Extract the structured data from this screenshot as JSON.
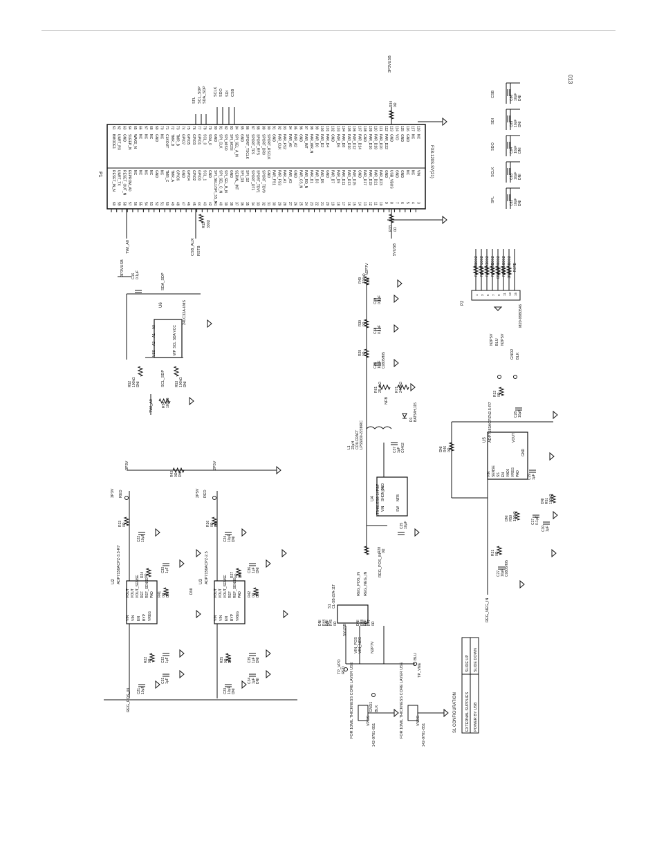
{
  "page_id": "013",
  "connector_p1": {
    "ref": "P1",
    "part": "FX8-120S-SV(21)",
    "pins_bottom": [
      {
        "n": "60",
        "name": "RESET_IN_N"
      },
      {
        "n": "59",
        "name": "UART_TX"
      },
      {
        "n": "58",
        "name": "RESET_OUT_N"
      },
      {
        "n": "57",
        "name": "EEPROM_A0"
      },
      {
        "n": "56",
        "name": "NC"
      },
      {
        "n": "55",
        "name": "NC"
      },
      {
        "n": "54",
        "name": "NC"
      },
      {
        "n": "53",
        "name": "NC"
      },
      {
        "n": "52",
        "name": "GND"
      },
      {
        "n": "51",
        "name": "NC"
      },
      {
        "n": "50",
        "name": "TMR_C"
      },
      {
        "n": "49",
        "name": "TMR_A"
      },
      {
        "n": "48",
        "name": "GPIO6"
      },
      {
        "n": "47",
        "name": "GND"
      },
      {
        "n": "46",
        "name": "GPIO4"
      },
      {
        "n": "45",
        "name": "GPIO2"
      },
      {
        "n": "44",
        "name": "GPIO0"
      },
      {
        "n": "43",
        "name": "SCL_1"
      },
      {
        "n": "42",
        "name": "GND"
      },
      {
        "n": "41",
        "name": "SPI_SEL1/SPI_SS_N"
      },
      {
        "n": "40",
        "name": "SPI_SEL_C_N"
      },
      {
        "n": "39",
        "name": "SPI_SEL_B_N"
      },
      {
        "n": "38",
        "name": "GND"
      },
      {
        "n": "37",
        "name": "SERIAL_INT"
      },
      {
        "n": "36",
        "name": "SPI_D3"
      },
      {
        "n": "35",
        "name": "SPI_D2"
      },
      {
        "n": "34",
        "name": "SPORT_DT1"
      },
      {
        "n": "33",
        "name": "SPORT_TDV1"
      },
      {
        "n": "32",
        "name": "SPORT_TDV0"
      },
      {
        "n": "31",
        "name": "GND"
      },
      {
        "n": "30",
        "name": "PAR_FS1"
      },
      {
        "n": "29",
        "name": "PAR_FS3"
      },
      {
        "n": "28",
        "name": "PAR_A1"
      },
      {
        "n": "27",
        "name": "PAR_A3"
      },
      {
        "n": "26",
        "name": "GND"
      },
      {
        "n": "25",
        "name": "PAR_CS_N"
      },
      {
        "n": "24",
        "name": "PAR_RD_N"
      },
      {
        "n": "23",
        "name": "PAR_D1"
      },
      {
        "n": "22",
        "name": "PAR_D3"
      },
      {
        "n": "21",
        "name": "PAR_D5"
      },
      {
        "n": "20",
        "name": "GND"
      },
      {
        "n": "19",
        "name": "PAR_D7"
      },
      {
        "n": "18",
        "name": "PAR_D9"
      },
      {
        "n": "17",
        "name": "PAR_D11"
      },
      {
        "n": "16",
        "name": "PAR_D13"
      },
      {
        "n": "15",
        "name": "PAR_D15"
      },
      {
        "n": "14",
        "name": "GND"
      },
      {
        "n": "13",
        "name": "PAR_D17"
      },
      {
        "n": "12",
        "name": "PAR_D19"
      },
      {
        "n": "11",
        "name": "PAR_D21"
      },
      {
        "n": "10",
        "name": "PAR_D23"
      },
      {
        "n": "9",
        "name": "GND"
      },
      {
        "n": "8",
        "name": "USB_VBUS"
      },
      {
        "n": "7",
        "name": "GND"
      },
      {
        "n": "6",
        "name": "GND"
      },
      {
        "n": "5",
        "name": "NC"
      },
      {
        "n": "4",
        "name": "NC"
      },
      {
        "n": "3",
        "name": "VIN"
      }
    ],
    "pins_top": [
      {
        "n": "61",
        "name": "BMODE1"
      },
      {
        "n": "62",
        "name": "UART_RX"
      },
      {
        "n": "63",
        "name": "GND"
      },
      {
        "n": "64",
        "name": "SLEEP_N"
      },
      {
        "n": "65",
        "name": "WAKE_N"
      },
      {
        "n": "66",
        "name": "NC"
      },
      {
        "n": "67",
        "name": "NC"
      },
      {
        "n": "68",
        "name": "NC"
      },
      {
        "n": "69",
        "name": "GND"
      },
      {
        "n": "70",
        "name": "NC"
      },
      {
        "n": "71",
        "name": "CLKOUT"
      },
      {
        "n": "72",
        "name": "TMR_D"
      },
      {
        "n": "73",
        "name": "TMR_B"
      },
      {
        "n": "74",
        "name": "GPIO7"
      },
      {
        "n": "75",
        "name": "GPIO5"
      },
      {
        "n": "76",
        "name": "GPIO3"
      },
      {
        "n": "77",
        "name": "GPIO1"
      },
      {
        "n": "78",
        "name": "SCL_0"
      },
      {
        "n": "79",
        "name": "SDA_0"
      },
      {
        "n": "80",
        "name": "GND"
      },
      {
        "n": "81",
        "name": "SPI_CLK"
      },
      {
        "n": "82",
        "name": "SPI_MISO"
      },
      {
        "n": "83",
        "name": "SPI_MOSI"
      },
      {
        "n": "84",
        "name": "SPI_SEL_A_N"
      },
      {
        "n": "85",
        "name": "GND"
      },
      {
        "n": "86",
        "name": "SPORT_TSCLK"
      },
      {
        "n": "87",
        "name": "SPORT_TFS"
      },
      {
        "n": "88",
        "name": "SPORT_RFS"
      },
      {
        "n": "89",
        "name": "SPORT_DR0"
      },
      {
        "n": "90",
        "name": "SPORT_RSCLK"
      },
      {
        "n": "91",
        "name": "GND"
      },
      {
        "n": "92",
        "name": "PAR_CLK"
      },
      {
        "n": "93",
        "name": "PAR_FS2"
      },
      {
        "n": "94",
        "name": "PAR_A0"
      },
      {
        "n": "95",
        "name": "PAR_A2"
      },
      {
        "n": "96",
        "name": "GND"
      },
      {
        "n": "97",
        "name": "PAR_INT"
      },
      {
        "n": "98",
        "name": "PAR_WR_N"
      },
      {
        "n": "99",
        "name": "PAR_D0"
      },
      {
        "n": "100",
        "name": "PAR_D2"
      },
      {
        "n": "101",
        "name": "PAR_D4"
      },
      {
        "n": "102",
        "name": "GND"
      },
      {
        "n": "103",
        "name": "PAR_D6"
      },
      {
        "n": "104",
        "name": "PAR_D8"
      },
      {
        "n": "105",
        "name": "PAR_D10"
      },
      {
        "n": "106",
        "name": "PAR_D12"
      },
      {
        "n": "107",
        "name": "PAR_D14"
      },
      {
        "n": "108",
        "name": "GND"
      },
      {
        "n": "109",
        "name": "PAR_D16"
      },
      {
        "n": "110",
        "name": "PAR_D18"
      },
      {
        "n": "111",
        "name": "PAR_D20"
      },
      {
        "n": "112",
        "name": "PAR_D22"
      },
      {
        "n": "113",
        "name": "GND"
      },
      {
        "n": "114",
        "name": "VIO"
      },
      {
        "n": "115",
        "name": "GND"
      },
      {
        "n": "116",
        "name": "GND"
      },
      {
        "n": "117",
        "name": "NC"
      },
      {
        "n": "118",
        "name": "NC"
      }
    ],
    "nets_top": [
      "SFL",
      "SCL_SDP",
      "SDA_SDP",
      "SCLK",
      "SDO",
      "SDI",
      "CSB",
      "3P3VUSB"
    ],
    "nets_bottom": [
      "TWI_A0",
      "CSB_AUX",
      "RSTB",
      "5VUSB"
    ],
    "r11": {
      "ref": "R11",
      "value": "330Ω"
    },
    "r33": {
      "ref": "R33",
      "value": "0Ω"
    },
    "r34": {
      "ref": "R34",
      "value": "0Ω"
    }
  },
  "caps_top_right": [
    {
      "net": "CSB",
      "ref": "C86",
      "value": "10pF",
      "note": "DNI"
    },
    {
      "net": "SDI",
      "ref": "C85",
      "value": "10pF",
      "note": "DNI"
    },
    {
      "net": "SDO",
      "ref": "C84",
      "value": "10pF",
      "note": "DNI"
    },
    {
      "net": "SCLK",
      "ref": "C83",
      "value": "10pF",
      "note": "DNI"
    },
    {
      "net": "SFL",
      "ref": "C82",
      "value": "10pF",
      "note": "DNI"
    }
  ],
  "p2": {
    "ref": "P2",
    "part": "M20-9980546",
    "rows": [
      {
        "ref": "R4",
        "value": "330Ω",
        "net": "SDI"
      },
      {
        "ref": "R5",
        "value": "330Ω",
        "net": "SFL"
      },
      {
        "ref": "R6",
        "value": "330Ω",
        "net": "SDO"
      },
      {
        "ref": "R7",
        "value": "330Ω",
        "net": "CSB"
      },
      {
        "ref": "R8",
        "value": "330Ω",
        "net": "CSB_AUX"
      },
      {
        "ref": "R9",
        "value": "330Ω",
        "net": "SCLK"
      },
      {
        "ref": "R10",
        "value": "330Ω",
        "net": "3P3VUSB"
      },
      {
        "ref": "",
        "value": "",
        "net": "RSTB"
      }
    ]
  },
  "eeprom": {
    "ref": "U6",
    "part": "24LC32A-I/MS",
    "supply": "3P3VUSB",
    "c16": {
      "ref": "C16",
      "value": "0.1μF"
    },
    "pins_left": [
      "A0",
      "A1",
      "A2",
      "VSS"
    ],
    "pins_right": [
      "VCC",
      "SDA",
      "SCL",
      "WP"
    ],
    "pin_numbers": [
      "8",
      "1",
      "2",
      "3",
      "4",
      "5",
      "6",
      "7"
    ],
    "net_sda": "SDA_SDP",
    "net_scl": "SCL_SDP",
    "net_twi": "TWI_A0",
    "r52": {
      "ref": "R52",
      "value": "100kΩ",
      "note": "DNI"
    },
    "r53": {
      "ref": "R53",
      "value": "100kΩ",
      "note": "DNI"
    },
    "r54": {
      "ref": "R54",
      "value": "100kΩ"
    }
  },
  "boost": {
    "ref": "U4",
    "part": "LT3461ES6-1#PBF",
    "pins": [
      "VIN",
      "SHDN_N",
      "GND",
      "SW",
      "NFB"
    ],
    "l1": {
      "ref": "L1",
      "value": "22μH",
      "vendor": "COILCRAFT",
      "part": "LPS5030-223MRC"
    },
    "d1": {
      "ref": "D1",
      "part": "BAT54H,115"
    },
    "c37": {
      "ref": "C37",
      "value": "1pF",
      "note": "C0402"
    },
    "c25": {
      "ref": "C25",
      "value": "10μF"
    },
    "c26": {
      "ref": "C26",
      "value": "10μF",
      "note": "C0805H05"
    },
    "c18": {
      "ref": "C18",
      "value": "0.1μF"
    },
    "c19": {
      "ref": "C19",
      "value": "0.1μF"
    },
    "r28": {
      "ref": "R28",
      "value": "0Ω"
    },
    "r29": {
      "ref": "R29",
      "value": "0Ω"
    },
    "r30": {
      "ref": "R30",
      "value": "0Ω"
    },
    "r49": {
      "ref": "R49",
      "value": "100kΩ",
      "note": "DNI"
    },
    "r61": {
      "ref": "R61",
      "value": "29.4kΩ"
    },
    "r71": {
      "ref": "R71",
      "value": "24.9kΩ"
    },
    "net_in": "REG_POS_IN",
    "net_out": "N2P7V",
    "net_nfb": "NFB"
  },
  "ldo_3p3": {
    "ref": "U2",
    "part": "ADP7156ACPZ-3.3-R7",
    "left_pins": [
      "VIN",
      "VIN",
      "EN",
      "BYP",
      "VREG"
    ],
    "right_pins": [
      "VOUT",
      "VOUT",
      "VOUT_SENSE",
      "REF",
      "REF_SENSE",
      "PAD"
    ],
    "net_in": "REG_POS_IN",
    "net_out": "3P3V",
    "tp": "3P3V",
    "tp_color": "RED",
    "r22": {
      "ref": "R22",
      "value": "0Ω"
    },
    "r23": {
      "ref": "R23",
      "value": "0Ω"
    },
    "r24": {
      "ref": "R24",
      "value": "0Ω"
    },
    "r41": {
      "ref": "R41",
      "value": "0Ω",
      "note": "DNI"
    },
    "r43": {
      "ref": "R43",
      "value": "0Ω",
      "note": "DNI"
    },
    "c21": {
      "ref": "C21",
      "value": "10μF"
    },
    "c22": {
      "ref": "C22",
      "value": "10μF"
    },
    "c31": {
      "ref": "C31",
      "value": "1μF"
    },
    "c32": {
      "ref": "C32",
      "value": "1μF"
    },
    "c33": {
      "ref": "C33",
      "value": "1μF"
    }
  },
  "ldo_2p5": {
    "ref": "U3",
    "part": "ADP7156ACPZ-2.5",
    "dni": "DNI",
    "left_pins": [
      "VIN",
      "VIN",
      "EN",
      "BYP",
      "VREG"
    ],
    "right_pins": [
      "VOUT",
      "VOUT",
      "VOUT_SENSE",
      "REF",
      "REF_SENSE",
      "PAD"
    ],
    "net_out": "2P5V",
    "tp": "2P5V",
    "tp_color": "RED",
    "r25": {
      "ref": "R25",
      "value": "0Ω",
      "note": "DNI"
    },
    "r26": {
      "ref": "R26",
      "value": "0Ω",
      "note": "DNI"
    },
    "r27": {
      "ref": "R27",
      "value": "0Ω",
      "note": "DNI"
    },
    "r42": {
      "ref": "R42",
      "value": "0Ω",
      "note": "DNI"
    },
    "c23": {
      "ref": "C23",
      "value": "10μF",
      "note": "DNI"
    },
    "c24": {
      "ref": "C24",
      "value": "10μF",
      "note": "DNI"
    },
    "c34": {
      "ref": "C34",
      "value": "1μF",
      "note": "DNI"
    },
    "c35": {
      "ref": "C35",
      "value": "1μF",
      "note": "DNI"
    },
    "c36": {
      "ref": "C36",
      "value": "1μF",
      "note": "DNI"
    }
  },
  "neg_ldo": {
    "ref": "U5",
    "part": "ADP7183ACPZN2.5-R7",
    "pins": [
      "VIN",
      "SENSE",
      "SS",
      "EN",
      "VADJ",
      "VREG",
      "GND",
      "PAD",
      "VOUT",
      "GND"
    ],
    "net_in": "REG_NEG_IN",
    "net_out": "N2P5V",
    "tp": "N2P5V",
    "tp_color": "BLU",
    "gnd2": "GND2",
    "gnd2_color": "BLK",
    "r46": {
      "ref": "R46",
      "value": "0Ω",
      "note": "DNI"
    },
    "r32": {
      "ref": "R32",
      "value": "0Ω"
    },
    "r31": {
      "ref": "R31",
      "value": "0Ω"
    },
    "r50": {
      "ref": "R50",
      "value": "100kΩ",
      "note": "DNI"
    },
    "r51": {
      "ref": "R51",
      "value": "100kΩ",
      "note": "DNI"
    },
    "c17": {
      "ref": "C17",
      "value": "0.1μF"
    },
    "c27": {
      "ref": "C27",
      "value": "10μF",
      "note": "C0805H05"
    },
    "c28": {
      "ref": "C28",
      "value": "10μF"
    },
    "c29": {
      "ref": "C29",
      "value": "1μF"
    },
    "c30": {
      "ref": "C30",
      "value": "1μF"
    }
  },
  "switch_s1": {
    "ref": "S1",
    "part": "CL-SB-22A-11T",
    "nets": [
      "5VUSB",
      "REG_POS_IN",
      "REG_NEG_IN",
      "VIN_POS",
      "VIN_NEG",
      "N2P7V"
    ],
    "r44": {
      "ref": "R44",
      "value": "0Ω",
      "note": "DNI"
    },
    "r45": {
      "ref": "R45",
      "value": "0Ω",
      "note": "DNI"
    },
    "r47": {
      "ref": "R47",
      "value": "0Ω",
      "note": "DNI"
    },
    "r48": {
      "ref": "R48",
      "value": "0Ω",
      "note": "DNI"
    },
    "tp_vpo": {
      "name": "TP_VPO",
      "color": "RED"
    },
    "tp_vne": {
      "name": "TP_VNE",
      "color": "BLU"
    },
    "gnd1": {
      "name": "GND1",
      "color": "BLK"
    }
  },
  "terminals": [
    {
      "ref": "VPOS",
      "part": "142-0701-851",
      "note": "FOR 10MIL THICKNESS CORE LAYER USE"
    },
    {
      "ref": "VNEG",
      "part": "142-0701-851",
      "note": "FOR 10MIL THICKNESS CORE LAYER USE"
    }
  ],
  "s1_config": {
    "title": "S1 CONFIGURATION",
    "rows": [
      [
        "EXTERNAL SUPPLIES",
        "SLIDE UP"
      ],
      [
        "POWER BY USB",
        "SLIDE DOWN"
      ]
    ]
  },
  "colors": {
    "ink": "#111111",
    "rule": "#b8b8b8",
    "background": "#ffffff"
  }
}
